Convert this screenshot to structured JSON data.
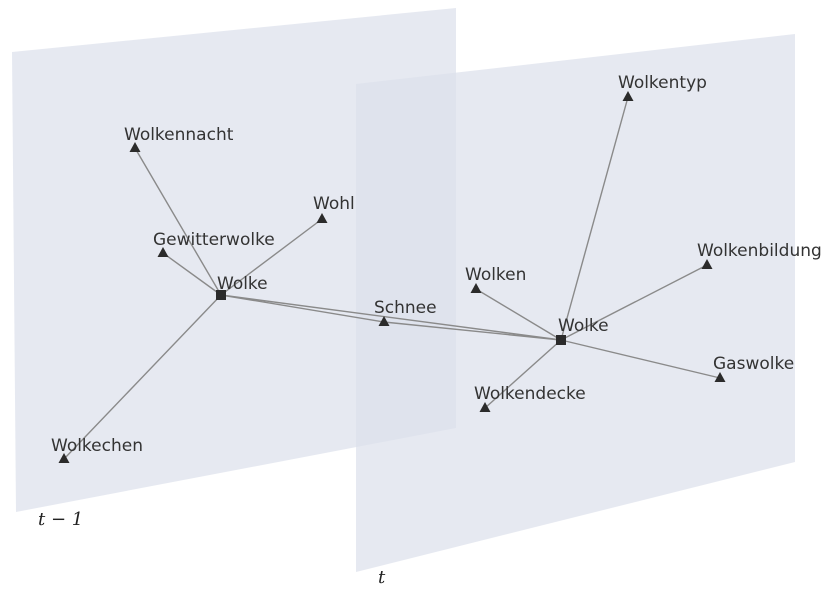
{
  "planes": [
    {
      "id": "left",
      "label": "t − 1"
    },
    {
      "id": "right",
      "label": "t"
    }
  ],
  "nodes": [
    {
      "id": "l_wolke",
      "label": "Wolke",
      "shape": "square"
    },
    {
      "id": "l_wolkennacht",
      "label": "Wolkennacht",
      "shape": "triangle"
    },
    {
      "id": "l_gewitterwolke",
      "label": "Gewitterwolke",
      "shape": "triangle"
    },
    {
      "id": "l_wohl",
      "label": "Wohl",
      "shape": "triangle"
    },
    {
      "id": "l_wolkechen",
      "label": "Wolkechen",
      "shape": "triangle"
    },
    {
      "id": "schnee",
      "label": "Schnee",
      "shape": "triangle"
    },
    {
      "id": "r_wolke",
      "label": "Wolke",
      "shape": "square"
    },
    {
      "id": "r_wolkentyp",
      "label": "Wolkentyp",
      "shape": "triangle"
    },
    {
      "id": "r_wolken",
      "label": "Wolken",
      "shape": "triangle"
    },
    {
      "id": "r_wolkenbildung",
      "label": "Wolkenbildung",
      "shape": "triangle"
    },
    {
      "id": "r_gaswolke",
      "label": "Gaswolke",
      "shape": "triangle"
    },
    {
      "id": "r_wolkendecke",
      "label": "Wolkendecke",
      "shape": "triangle"
    }
  ],
  "edges": [
    [
      "l_wolke",
      "l_wolkennacht"
    ],
    [
      "l_wolke",
      "l_gewitterwolke"
    ],
    [
      "l_wolke",
      "l_wohl"
    ],
    [
      "l_wolke",
      "l_wolkechen"
    ],
    [
      "l_wolke",
      "schnee"
    ],
    [
      "l_wolke",
      "r_wolke"
    ],
    [
      "schnee",
      "r_wolke"
    ],
    [
      "r_wolke",
      "r_wolkentyp"
    ],
    [
      "r_wolke",
      "r_wolken"
    ],
    [
      "r_wolke",
      "r_wolkenbildung"
    ],
    [
      "r_wolke",
      "r_gaswolke"
    ],
    [
      "r_wolke",
      "r_wolkendecke"
    ]
  ],
  "colors": {
    "plane_fill": "#dde1ec",
    "node": "#2b2b2b",
    "edge": "#8a8a8a",
    "label": "#333333"
  }
}
